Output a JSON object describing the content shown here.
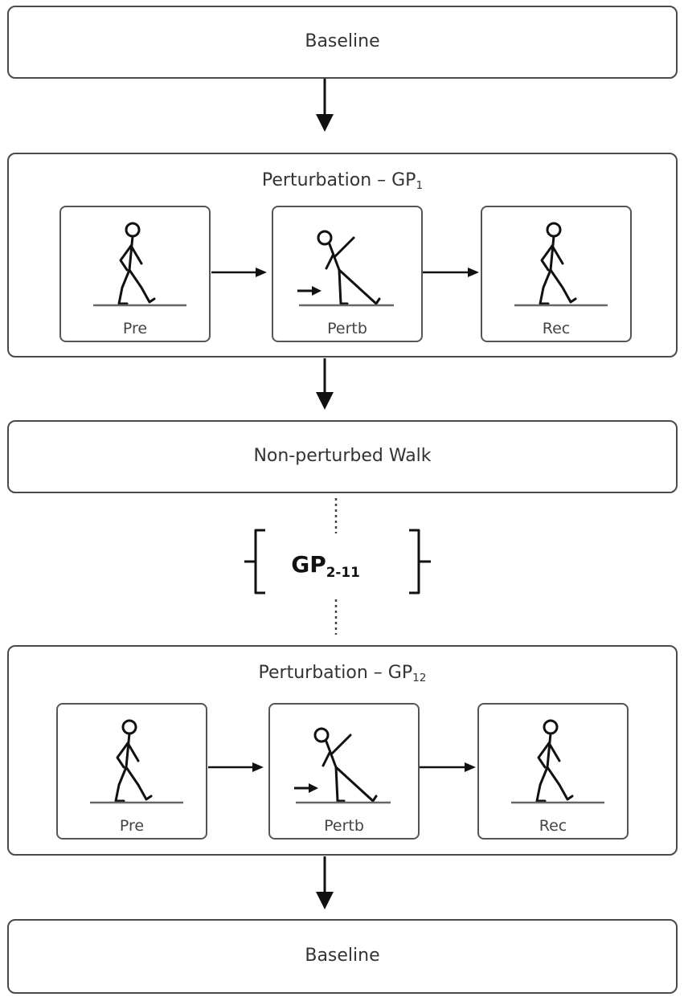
{
  "baseline_top": {
    "label": "Baseline"
  },
  "perturbation_1": {
    "title": "Perturbation – GP",
    "subscript": "1",
    "panels": [
      {
        "label": "Pre"
      },
      {
        "label": "Pertb"
      },
      {
        "label": "Rec"
      }
    ]
  },
  "non_perturbed": {
    "label": "Non-perturbed Walk"
  },
  "gp_range": {
    "label": "GP",
    "subscript": "2-11"
  },
  "perturbation_12": {
    "title": "Perturbation – GP",
    "subscript": "12",
    "panels": [
      {
        "label": "Pre"
      },
      {
        "label": "Pertb"
      },
      {
        "label": "Rec"
      }
    ]
  },
  "baseline_bottom": {
    "label": "Baseline"
  },
  "colors": {
    "stroke": "#111111",
    "box_border": "#4a4a4a",
    "ground": "#666666"
  },
  "icons": {
    "walker": "walking-figure-icon",
    "perturbed": "perturbed-figure-icon",
    "push": "push-arrow-icon"
  }
}
